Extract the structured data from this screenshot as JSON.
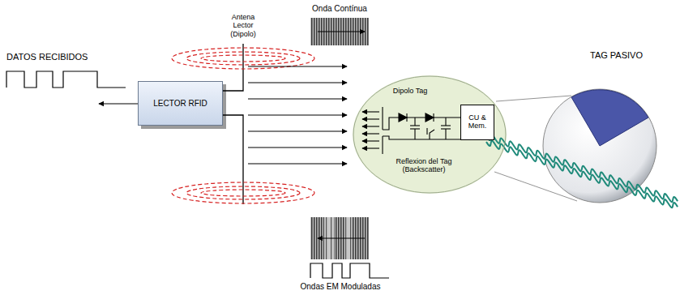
{
  "diagram": {
    "nodes": [
      {
        "text": [
          "LECTOR RFID"
        ]
      },
      {
        "text": [
          "Dipolo Tag",
          "Reflexion del Tag (Backscatter)"
        ]
      },
      {
        "text": [
          "CU & Mem."
        ],
        "in": 1
      }
    ],
    "labels": [
      "DATOS RECIBIDOS",
      "Antena Lector (Dipolo)",
      "Onda Contínua",
      "TAG PASIVO",
      "Ondas EM Moduladas"
    ]
  }
}
